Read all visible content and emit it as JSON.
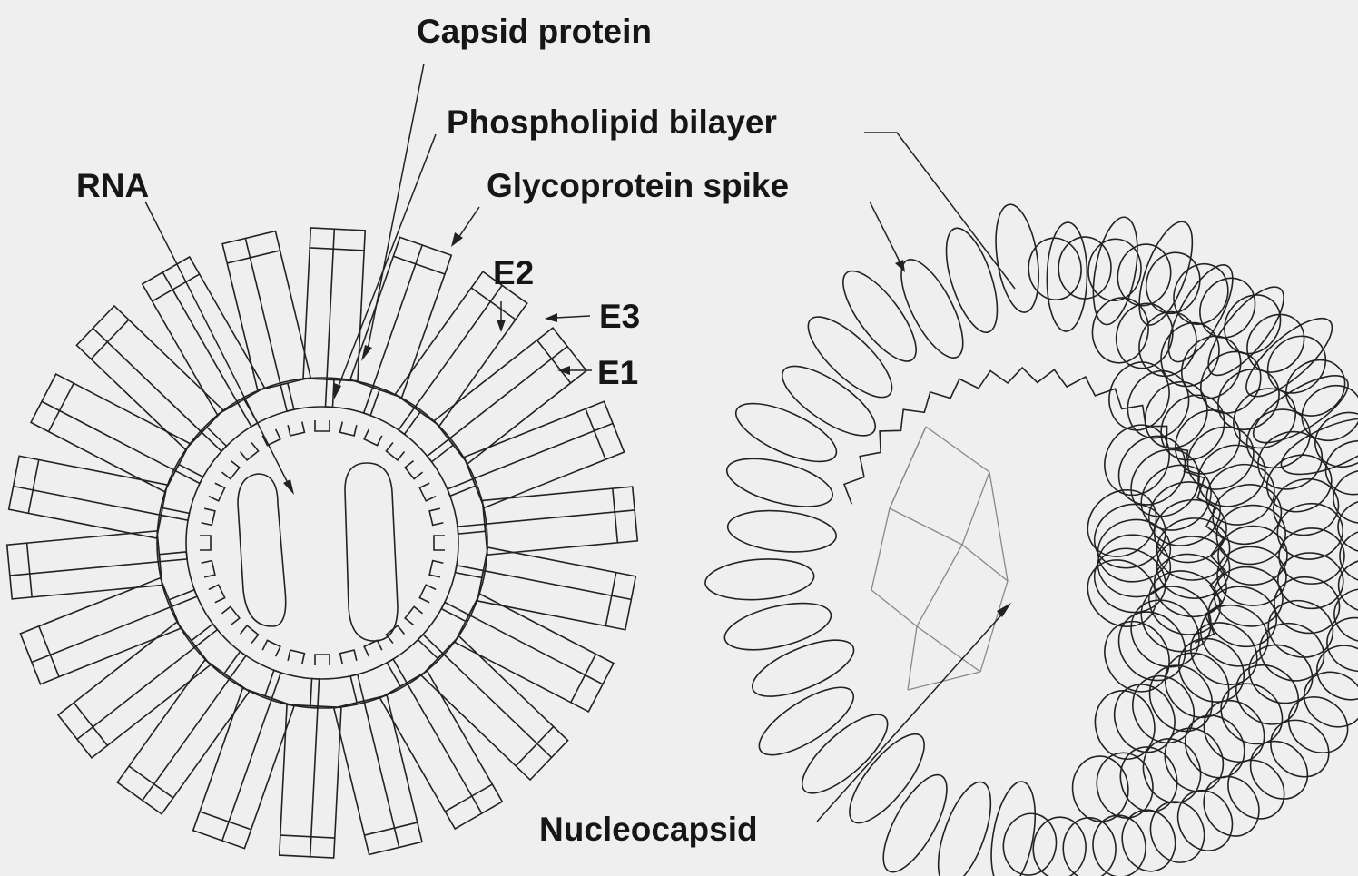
{
  "labels": {
    "capsid_protein": "Capsid protein",
    "phospholipid_bilayer": "Phospholipid bilayer",
    "rna": "RNA",
    "glycoprotein_spike": "Glycoprotein spike",
    "e2": "E2",
    "e3": "E3",
    "e1": "E1",
    "nucleocapsid": "Nucleocapsid"
  },
  "colors": {
    "background": "#efefef",
    "ink": "#222222"
  }
}
